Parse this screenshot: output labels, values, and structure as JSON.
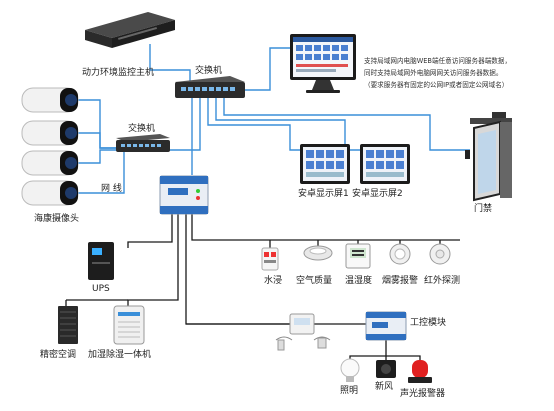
{
  "labels": {
    "host": "动力环境监控主机",
    "switch_top": "交换机",
    "switch_mid": "交换机",
    "network_line": "网  线",
    "camera": "海康摄像头",
    "screen1": "安卓显示屏1",
    "screen2": "安卓显示屏2",
    "door": "门禁",
    "ups": "UPS",
    "ac": "精密空调",
    "dehumid": "加湿除湿一体机",
    "water": "水浸",
    "air": "空气质量",
    "temp": "温湿度",
    "smoke": "烟雾报警",
    "ir": "红外探测",
    "ctrl": "工控模块",
    "light": "照明",
    "fan": "新风",
    "alarm": "声光报警器"
  },
  "note": {
    "line1": "支持局域网内电脑WEB端任意访问服务器端数据，",
    "line2": "同时支持局域网外电脑网网关访问服务器数据。",
    "line3": "（要求服务器有固定的公网IP或者固定公网域名）"
  },
  "colors": {
    "line_blue": "#3a8fd9",
    "line_dark": "#1a1a1a",
    "alarm_red": "#e02020",
    "module_blue": "#2f6fbf"
  }
}
